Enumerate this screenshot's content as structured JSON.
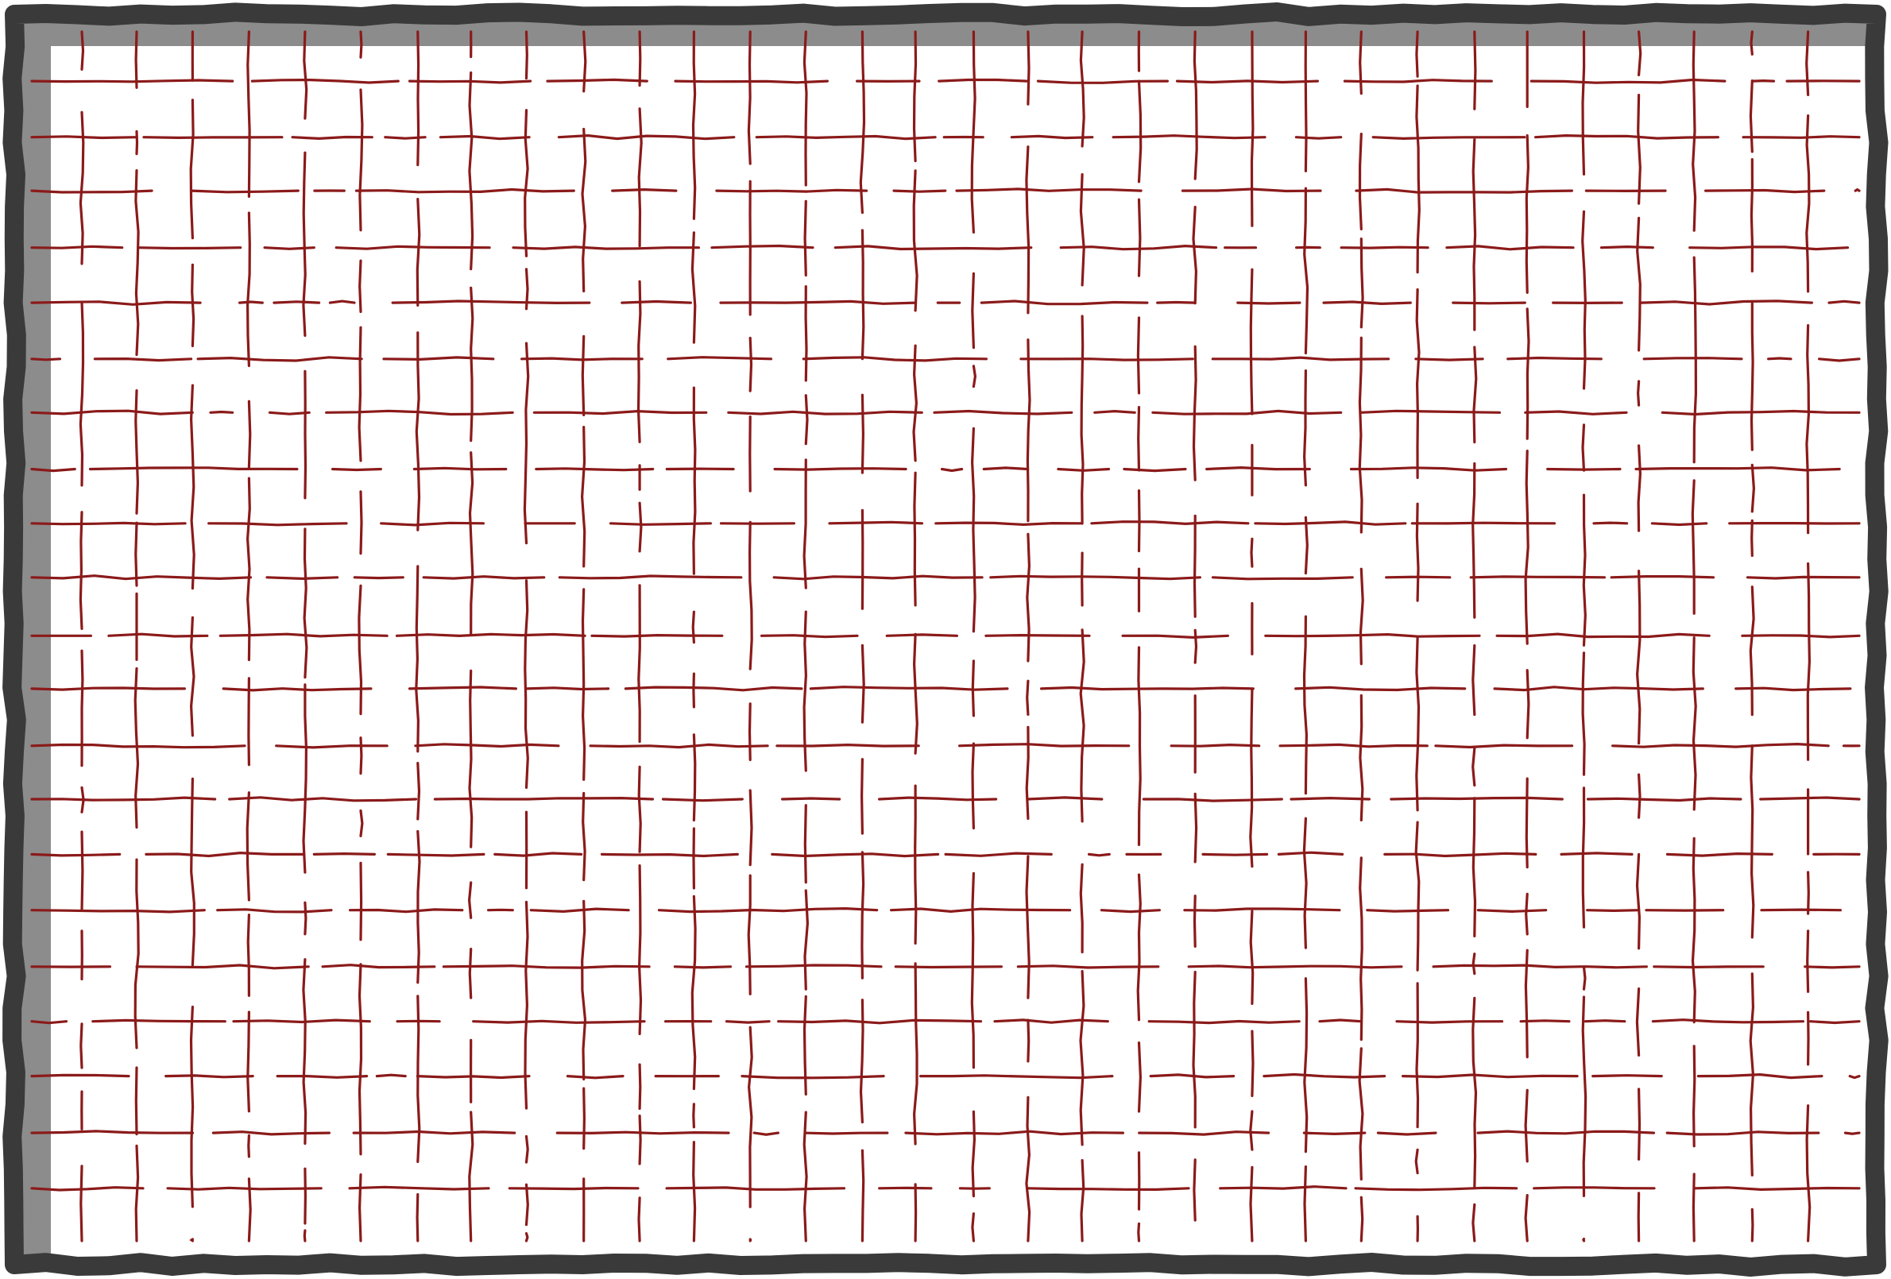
{
  "puzzle": {
    "type": "maze",
    "cols": 33,
    "rows": 21,
    "wall_color": "#8b1a1a",
    "frame_color": "#3a3a3a",
    "shadow_color": "#8c8c8c",
    "background_color": "#ffffff"
  }
}
